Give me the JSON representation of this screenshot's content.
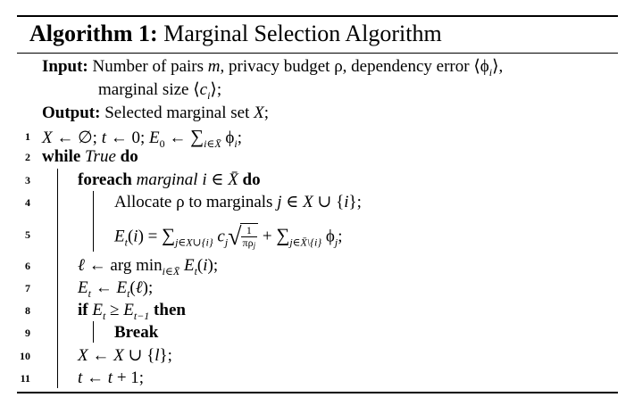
{
  "algorithm": {
    "label": "Algorithm 1:",
    "title": "Marginal Selection Algorithm"
  },
  "input": {
    "keyword": "Input:",
    "text1": "Number of pairs m, privacy budget ρ, dependency error ⟨ϕᵢ⟩,",
    "text2": "marginal size ⟨cᵢ⟩;"
  },
  "output": {
    "keyword": "Output:",
    "text": "Selected marginal set X;"
  },
  "lines": [
    {
      "num": "1",
      "text": "X ← ∅; t ← 0; E₀ ← ∑i∈X̄ ϕᵢ;"
    },
    {
      "num": "2",
      "kw": "while",
      "cond": "True",
      "kw2": "do"
    },
    {
      "num": "3",
      "kw": "foreach",
      "cond": "marginal i ∈ X̄",
      "kw2": "do"
    },
    {
      "num": "4",
      "text": "Allocate ρ to marginals j ∈ X ∪ {i};"
    },
    {
      "num": "5",
      "text": "Eₜ(i) = ∑j∈X∪{i} cⱼ √(1/πρⱼ) + ∑j∈X̄\\{i} ϕⱼ;"
    },
    {
      "num": "6",
      "text": "ℓ ← arg min i∈X̄ Eₜ(i);"
    },
    {
      "num": "7",
      "text": "Eₜ ← Eₜ(ℓ);"
    },
    {
      "num": "8",
      "kw": "if",
      "cond": "Eₜ ≥ Eₜ₋₁",
      "kw2": "then"
    },
    {
      "num": "9",
      "kw": "Break"
    },
    {
      "num": "10",
      "text": "X ← X ∪ {l};"
    },
    {
      "num": "11",
      "text": "t ← t + 1;"
    }
  ]
}
